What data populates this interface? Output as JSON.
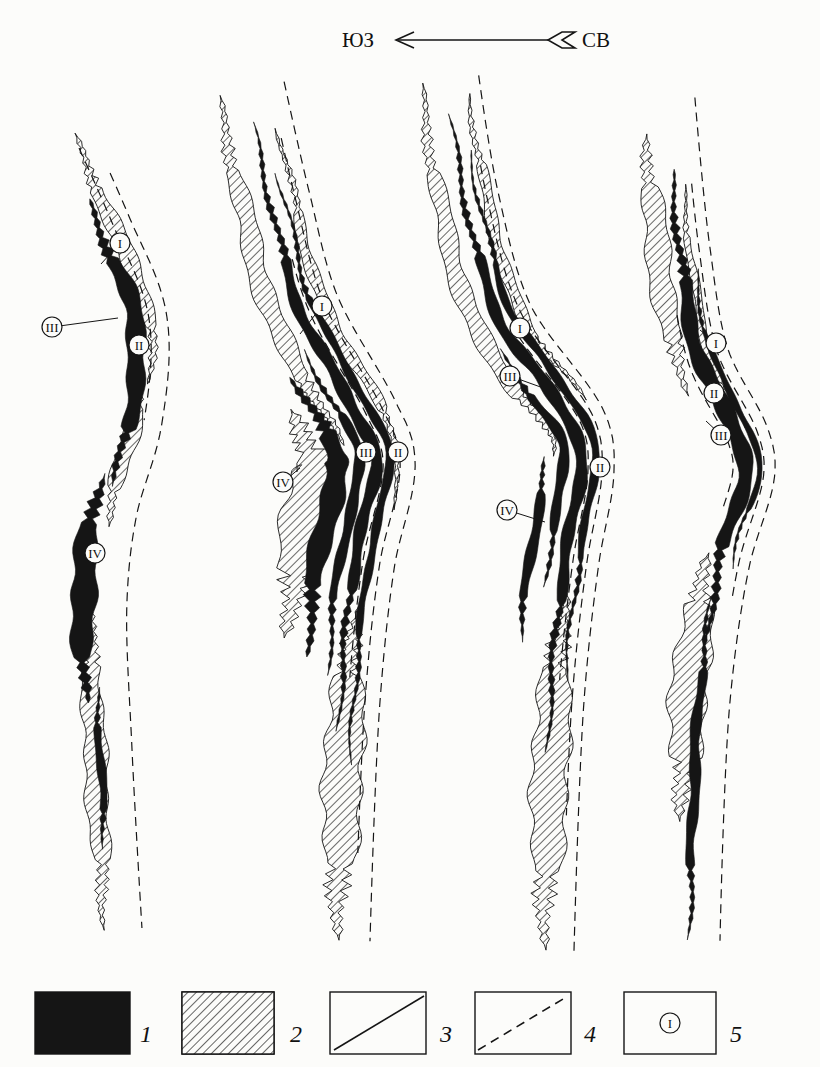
{
  "diagram": {
    "nodes": [
      {
        "text": [
          "I"
        ]
      },
      {
        "text": [
          "III"
        ]
      },
      {
        "text": [
          "II"
        ]
      },
      {
        "text": [
          "IV"
        ]
      },
      {
        "text": [
          "I"
        ]
      },
      {
        "text": [
          "III"
        ]
      },
      {
        "text": [
          "II"
        ]
      },
      {
        "text": [
          "IV"
        ]
      },
      {
        "text": [
          "I"
        ]
      },
      {
        "text": [
          "III"
        ]
      },
      {
        "text": [
          "II"
        ]
      },
      {
        "text": [
          "IV"
        ]
      },
      {
        "text": [
          "I"
        ]
      },
      {
        "text": [
          "II"
        ]
      },
      {
        "text": [
          "III"
        ]
      },
      {
        "text": [
          "I"
        ]
      }
    ],
    "labels": [
      "ЮЗ",
      "СВ"
    ],
    "legend": [
      {
        "text": "1",
        "color": "#151515"
      },
      {
        "text": "2"
      },
      {
        "text": "3"
      },
      {
        "text": "4"
      },
      {
        "text": "5"
      }
    ]
  }
}
